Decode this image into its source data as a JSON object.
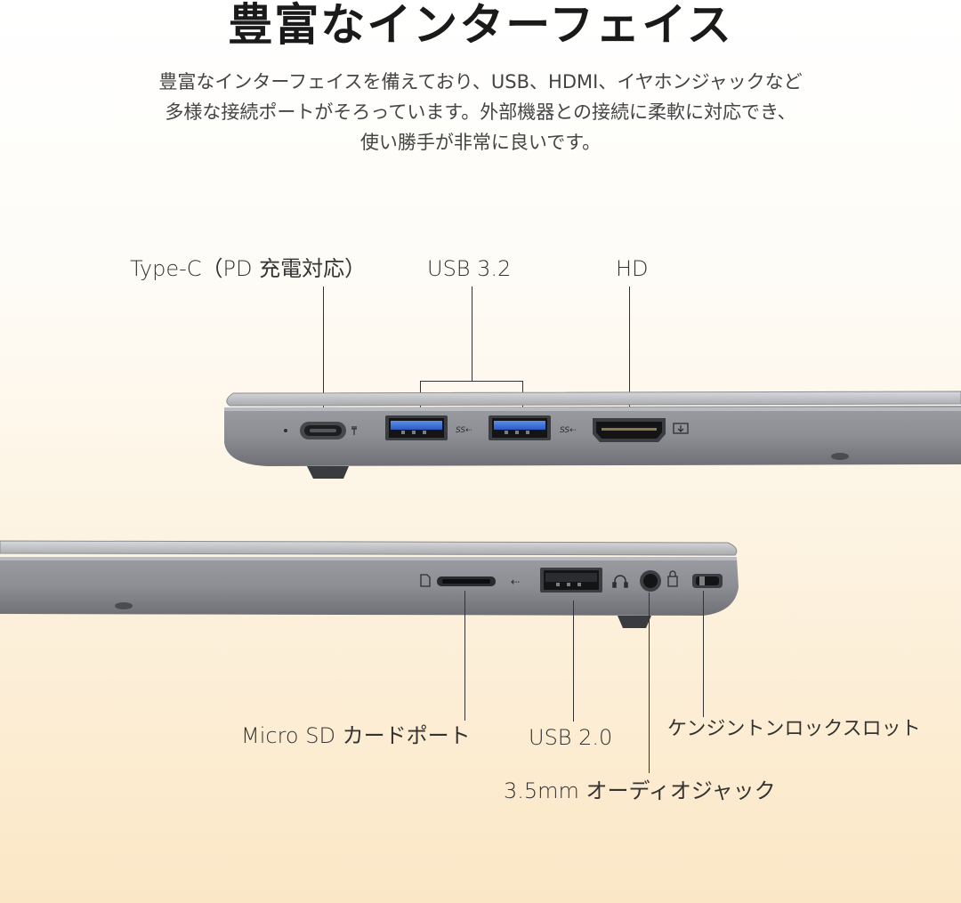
{
  "title": "豊富なインターフェイス",
  "description": [
    "豊富なインターフェイスを備えており、USB、HDMI、イヤホンジャックなど",
    "多様な接続ポートがそろっています。外部機器との接続に柔軟に対応でき、",
    "使い勝手が非常に良いです。"
  ],
  "top_ports": {
    "typec": "Type-C（PD 充電対応）",
    "usb32": "USB 3.2",
    "hd": "HD"
  },
  "bottom_ports": {
    "microsd": "Micro SD カードポート",
    "usb20": "USB 2.0",
    "kensington": "ケンジントンロックスロット",
    "audio": "3.5mm オーディオジャック"
  },
  "colors": {
    "chassis": "#8e9096",
    "chassis_dark": "#5a5c62",
    "usb_blue": "#3a6fd0"
  }
}
